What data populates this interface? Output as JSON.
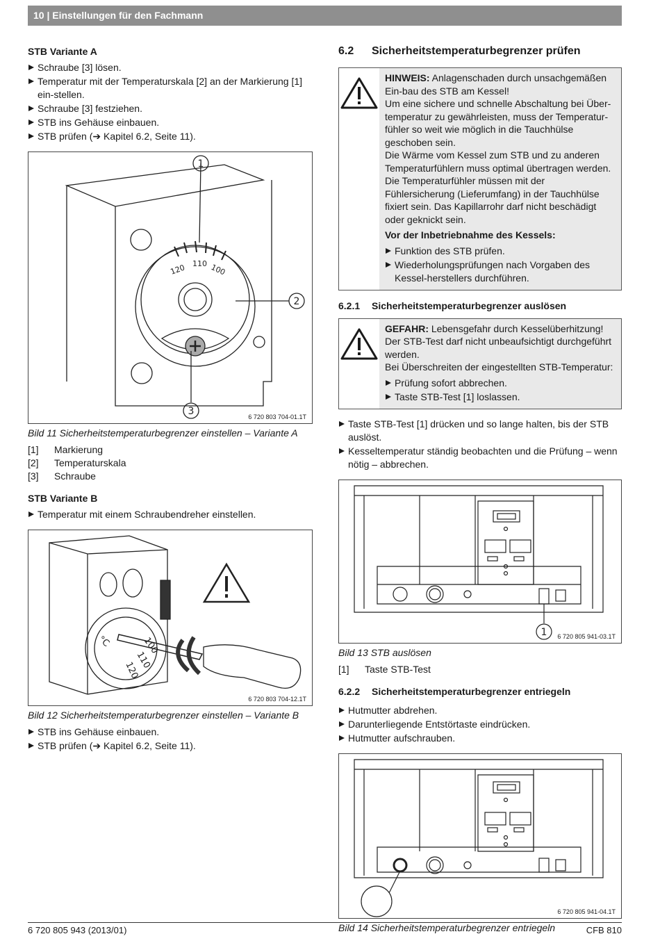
{
  "header": {
    "page_number": "10",
    "separator": "|",
    "title": "Einstellungen für den Fachmann"
  },
  "left": {
    "variant_a": {
      "title": "STB Variante A",
      "steps": [
        "Schraube [3] lösen.",
        "Temperatur mit der Temperaturskala [2] an der Markierung [1] ein-stellen.",
        "Schraube [3] festziehen.",
        "STB ins Gehäuse einbauen.",
        "STB prüfen (➔ Kapitel 6.2, Seite 11)."
      ]
    },
    "figure11": {
      "code": "6 720 803 704-01.1T",
      "callouts": [
        "1",
        "2",
        "3"
      ],
      "scale_labels": [
        "120",
        "110",
        "100"
      ],
      "caption": "Bild 11  Sicherheitstemperaturbegrenzer einstellen – Variante A",
      "legend": [
        {
          "key": "[1]",
          "label": "Markierung"
        },
        {
          "key": "[2]",
          "label": "Temperaturskala"
        },
        {
          "key": "[3]",
          "label": "Schraube"
        }
      ]
    },
    "variant_b": {
      "title": "STB Variante B",
      "steps": [
        "Temperatur mit einem Schraubendreher einstellen."
      ]
    },
    "figure12": {
      "code": "6 720 803 704-12.1T",
      "scale_labels": [
        "°C",
        "100",
        "110",
        "120"
      ],
      "caption": "Bild 12  Sicherheitstemperaturbegrenzer einstellen – Variante B",
      "steps": [
        "STB ins Gehäuse einbauen.",
        "STB prüfen (➔ Kapitel 6.2, Seite 11)."
      ]
    }
  },
  "right": {
    "section_62": {
      "number": "6.2",
      "title": "Sicherheitstemperaturbegrenzer prüfen",
      "notice": {
        "label": "HINWEIS:",
        "lead": " Anlagenschaden durch unsachgemäßen Ein-bau des STB am Kessel!",
        "paragraphs": [
          "Um eine sichere und schnelle Abschaltung bei Über-temperatur zu  gewährleisten, muss der Temperatur-fühler so weit wie möglich in die Tauchhülse geschoben sein.",
          "Die Wärme vom Kessel zum STB und zu anderen Temperaturfühlern muss optimal übertragen werden.",
          "Die Temperaturfühler müssen mit der Fühlersicherung (Lieferumfang) in der Tauchhülse fixiert sein. Das Kapillarrohr darf nicht beschädigt oder geknickt sein."
        ],
        "subtitle": "Vor der Inbetriebnahme des Kessels:",
        "steps": [
          "Funktion des STB prüfen.",
          "Wiederholungsprüfungen nach Vorgaben des Kessel-herstellers durchführen."
        ]
      }
    },
    "section_621": {
      "number": "6.2.1",
      "title": "Sicherheitstemperaturbegrenzer auslösen",
      "notice": {
        "label": "GEFAHR:",
        "lead": " Lebensgefahr durch Kesselüberhitzung!",
        "paragraphs": [
          "Der STB-Test darf nicht unbeaufsichtigt durchgeführt werden.",
          "Bei Überschreiten der eingestellten STB-Temperatur:"
        ],
        "steps": [
          "Prüfung sofort abbrechen.",
          "Taste STB-Test [1] loslassen."
        ]
      },
      "steps": [
        "Taste STB-Test [1] drücken und so lange halten, bis der STB auslöst.",
        "Kesseltemperatur ständig beobachten und die Prüfung – wenn nötig – abbrechen."
      ]
    },
    "figure13": {
      "code": "6 720 805 941-03.1T",
      "callout": "1",
      "caption": "Bild 13  STB auslösen",
      "legend": [
        {
          "key": "[1]",
          "label": "Taste STB-Test"
        }
      ]
    },
    "section_622": {
      "number": "6.2.2",
      "title": "Sicherheitstemperaturbegrenzer entriegeln",
      "steps": [
        "Hutmutter abdrehen.",
        "Darunterliegende Entstörtaste eindrücken.",
        "Hutmutter aufschrauben."
      ]
    },
    "figure14": {
      "code": "6 720 805 941-04.1T",
      "caption": "Bild 14  Sicherheitstemperaturbegrenzer entriegeln"
    }
  },
  "footer": {
    "left": "6 720 805 943 (2013/01)",
    "right": "CFB 810"
  }
}
